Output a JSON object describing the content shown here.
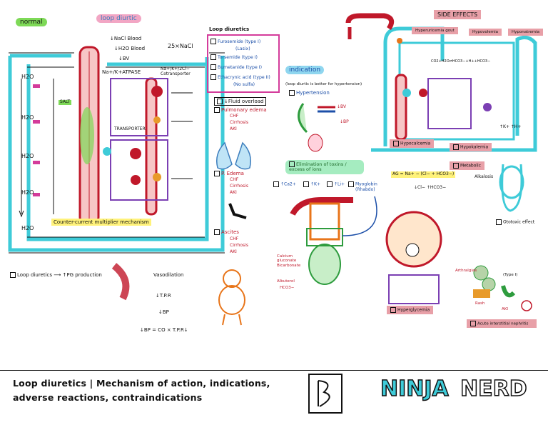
{
  "labels": {
    "normal": "normal",
    "loop_diuretic": "loop diurtic",
    "nacl_blood": "↓NaCl Blood",
    "h2o_blood": "↓H2O Blood",
    "bv_down": "↓BV",
    "na_k_atpase": "Na+/K+ATPASE",
    "nkcc2": "Na+/K+/2Cl− Cotransporter",
    "nacl_25": "25×NaCl",
    "salt": "SALT",
    "transporter": "TRANSPORTER",
    "counter_current": "Counter-current multiplier mechanism",
    "h2o": "H2O",
    "pg_line": "Loop diuretics ⟶ ↑PG production",
    "vasodilation": "Vasodilation",
    "tpr": "↓T.P.R",
    "bp": "↓BP",
    "bp_formula": "↓BP = CO × T.P.R↓"
  },
  "drugs": {
    "title": "Loop diuretics",
    "items": [
      "Furosemide (type I)",
      "(Lasix)",
      "Torsemide (type I)",
      "Bumetanide (type I)",
      "Ethacrynic acid (type II)",
      "(No sulfa)"
    ]
  },
  "indications": {
    "title": "indication",
    "note": "(loop diurtic is better for hypertension)",
    "hypertension": "Hypertension",
    "bv": "↓BV",
    "bp": "↓BP",
    "fluid_overload": "↓Fluid overload",
    "pulmonary_edema": "Pulmonary edema",
    "p_edema": "P. Edema",
    "ascites": "Ascites",
    "causes": [
      "CHF",
      "Cirrhosis",
      "AKI"
    ],
    "toxins": "Elimination of toxins / excess of ions",
    "ions": [
      "↑Ca2+",
      "↑K+",
      "↑Li+",
      "Myoglobin"
    ],
    "rhabdo": "(Rhabdo)",
    "calcium_gluconate": "Calcium gluconate Bicarbonate",
    "albuterol": "Albuterol",
    "hco3": "HCO3−"
  },
  "side_effects": {
    "title": "SIDE EFFECTS",
    "hyperuricemia": "Hyperuricemia gout",
    "hypovolemia": "Hypovolemia",
    "hyponatremia": "Hyponatremia",
    "hypocalcemia": "Hypocalcemia",
    "hypokalemia": "Hypokalemia",
    "metabolic": "Metabolic",
    "alkalosis": "Alkalosis",
    "ag": "AG = Na+ − (Cl− + HCO3−)",
    "cl_hco3": "↓Cl− ↑HCO3−",
    "hyperglycemia": "Hyperglycemia",
    "ototoxic": "Ototoxic effect",
    "acute_nephritis": "Acute interstitial nephritis",
    "arthralgias": "Arthralgias",
    "rash": "Rash",
    "aki": "AKI",
    "type1": "(Type I)",
    "k_h": "↑K+ ↑H+",
    "co2_eq": "CO2+H2O⇌HCO3−+H++HCO3−"
  },
  "footer": {
    "title_line1": "Loop diuretics | Mechanism of action, indications,",
    "title_line2": "adverse reactions, contraindications",
    "ninja": "NINJA",
    "nerd": "NERD"
  }
}
